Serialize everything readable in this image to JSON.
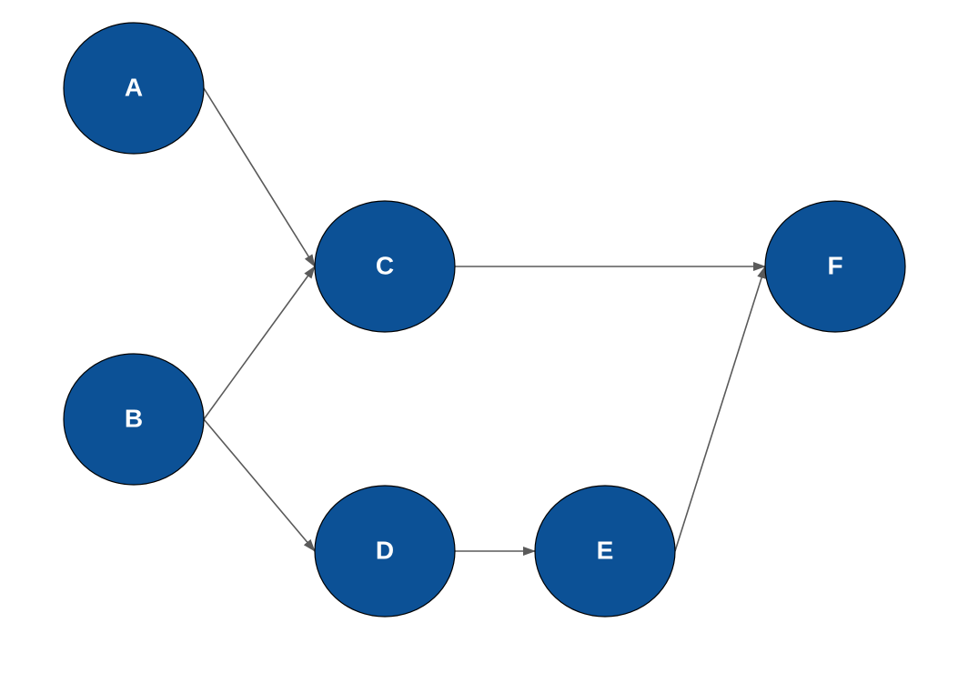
{
  "colors": {
    "node_fill": "#0c5196",
    "node_stroke": "#000000",
    "label": "#ffffff",
    "edge": "#5a5a5a",
    "background": "#ffffff"
  },
  "nodes": [
    {
      "id": "A",
      "label": "A"
    },
    {
      "id": "B",
      "label": "B"
    },
    {
      "id": "C",
      "label": "C"
    },
    {
      "id": "D",
      "label": "D"
    },
    {
      "id": "E",
      "label": "E"
    },
    {
      "id": "F",
      "label": "F"
    }
  ],
  "edges": [
    {
      "from": "A",
      "to": "C"
    },
    {
      "from": "B",
      "to": "C"
    },
    {
      "from": "B",
      "to": "D"
    },
    {
      "from": "C",
      "to": "F"
    },
    {
      "from": "D",
      "to": "E"
    },
    {
      "from": "E",
      "to": "F"
    }
  ]
}
